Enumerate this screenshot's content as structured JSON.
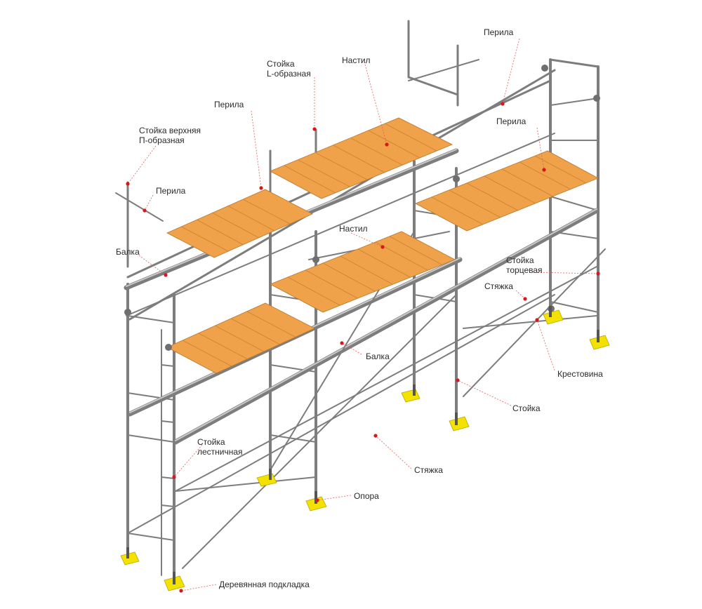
{
  "labels": {
    "perila_top_right": "Перила",
    "stoika_l": "Стойка\nL-образная",
    "nastil_top": "Настил",
    "perila_mid_left": "Перила",
    "stoika_verkh": "Стойка верхняя\nП-образная",
    "perila_right": "Перила",
    "perila_left": "Перила",
    "nastil_mid": "Настил",
    "balka_left": "Балка",
    "stoika_tortsevaya": "Стойка\nторцевая",
    "styazhka_right": "Стяжка",
    "balka_mid": "Балка",
    "krestovina": "Крестовина",
    "stoika": "Стойка",
    "stoika_lestnichnaya": "Стойка\nлестничная",
    "styazhka_bottom": "Стяжка",
    "opora": "Опора",
    "podkladka": "Деревянная подкладка"
  },
  "colors": {
    "plank": "#f0a24a",
    "tube": "#7d7d7d",
    "pad": "#f3e100",
    "leader_dot": "#d8171c"
  }
}
